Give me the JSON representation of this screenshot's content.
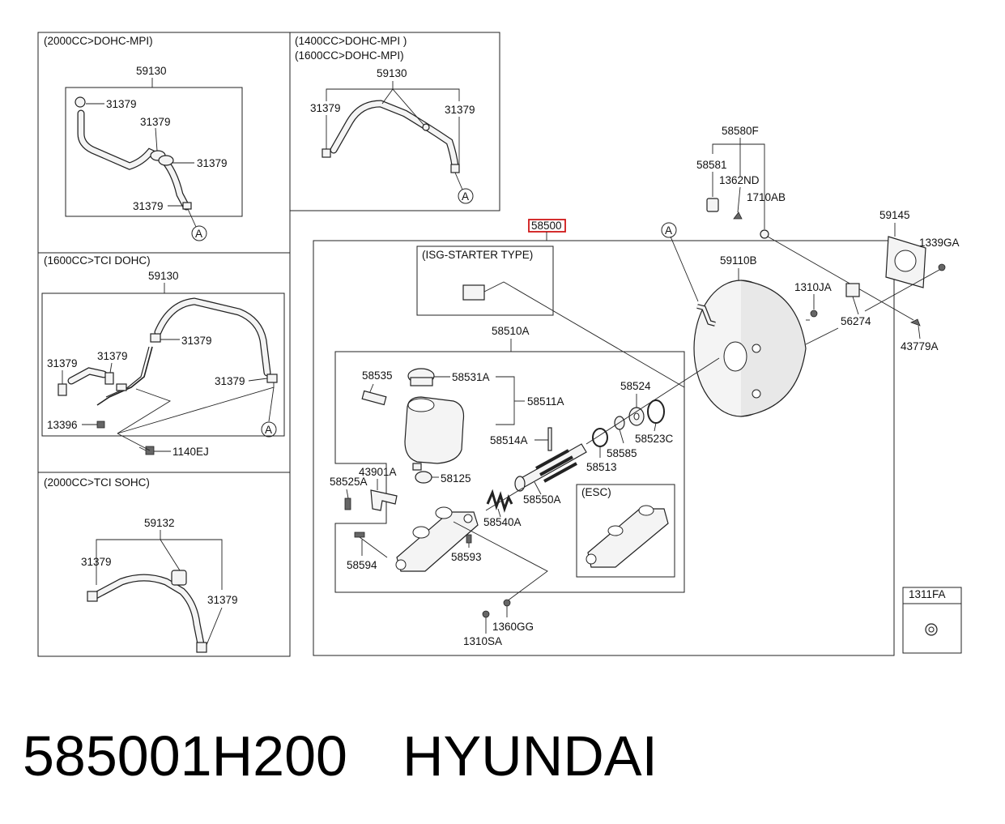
{
  "caption": {
    "part_number": "585001H200",
    "brand": "HYUNDAI"
  },
  "highlight_color": "#d01818",
  "variants": {
    "v2000_dohc_mpi": {
      "title": "(2000CC>DOHC-MPI)",
      "hose": "59130",
      "clamp": "31379",
      "ref": "A"
    },
    "v1400_1600_dohc_mpi": {
      "title_1": "(1400CC>DOHC-MPI )",
      "title_2": "(1600CC>DOHC-MPI)",
      "hose": "59130",
      "clamp": "31379",
      "ref": "A"
    },
    "v1600_tci_dohc": {
      "title": "(1600CC>TCI DOHC)",
      "hose": "59130",
      "clamp": "31379",
      "bolt_13396": "13396",
      "bolt_1140ej": "1140EJ",
      "ref": "A"
    },
    "v2000_tci_sohc": {
      "title": "(2000CC>TCI SOHC)",
      "hose": "59132",
      "clamp": "31379"
    }
  },
  "main": {
    "assembly": "58500",
    "isg_title": "(ISG-STARTER TYPE)",
    "esc_title": "(ESC)",
    "labels": {
      "p58580F": "58580F",
      "p58581": "58581",
      "p1362ND": "1362ND",
      "p1710AB": "1710AB",
      "p59145": "59145",
      "p1339GA": "1339GA",
      "p59110B": "59110B",
      "p1310JA": "1310JA",
      "p56274": "56274",
      "p43779A": "43779A",
      "p58510A": "58510A",
      "p58535": "58535",
      "p58531A": "58531A",
      "p58511A": "58511A",
      "p58524": "58524",
      "p58523C": "58523C",
      "p58514A": "58514A",
      "p58585": "58585",
      "p58513": "58513",
      "p43901A": "43901A",
      "p58525A": "58525A",
      "p58125": "58125",
      "p58550A": "58550A",
      "p58540A": "58540A",
      "p58593": "58593",
      "p58594": "58594",
      "p1360GG": "1360GG",
      "p1310SA": "1310SA",
      "ref_a": "A"
    }
  },
  "loose_part": {
    "label": "1311FA"
  }
}
